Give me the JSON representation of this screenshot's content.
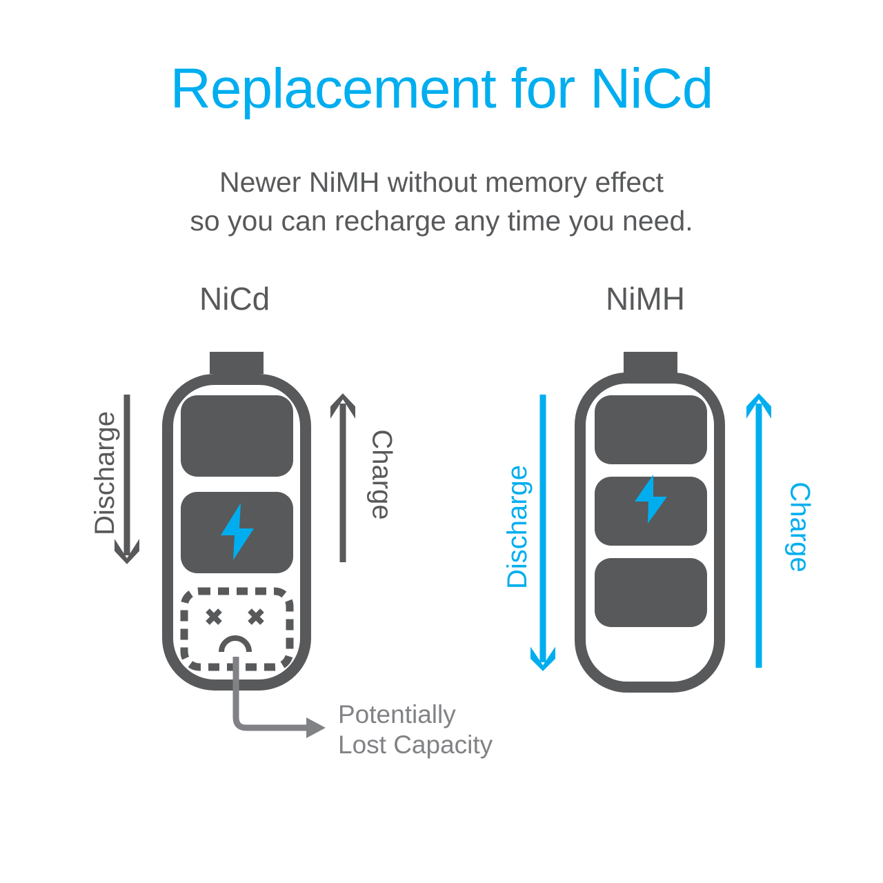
{
  "header": {
    "title": "Replacement for NiCd",
    "subtitle_line1": "Newer NiMH without memory effect",
    "subtitle_line2": "so you can recharge any time you need."
  },
  "left_panel": {
    "label": "NiCd",
    "discharge_label": "Discharge",
    "charge_label": "Charge",
    "callout_line1": "Potentially",
    "callout_line2": "Lost Capacity",
    "icons": [
      "battery-icon",
      "lightning-bolt-icon",
      "dead-cell-face-icon",
      "arrow-down-icon",
      "arrow-up-icon",
      "elbow-arrow-right-icon"
    ]
  },
  "right_panel": {
    "label": "NiMH",
    "discharge_label": "Discharge",
    "charge_label": "Charge",
    "icons": [
      "battery-icon",
      "lightning-bolt-icon",
      "arrow-down-icon",
      "arrow-up-icon"
    ]
  },
  "colors": {
    "accent_blue": "#00aeef",
    "dark_gray": "#58595b",
    "mid_gray": "#808285",
    "background": "#ffffff"
  }
}
